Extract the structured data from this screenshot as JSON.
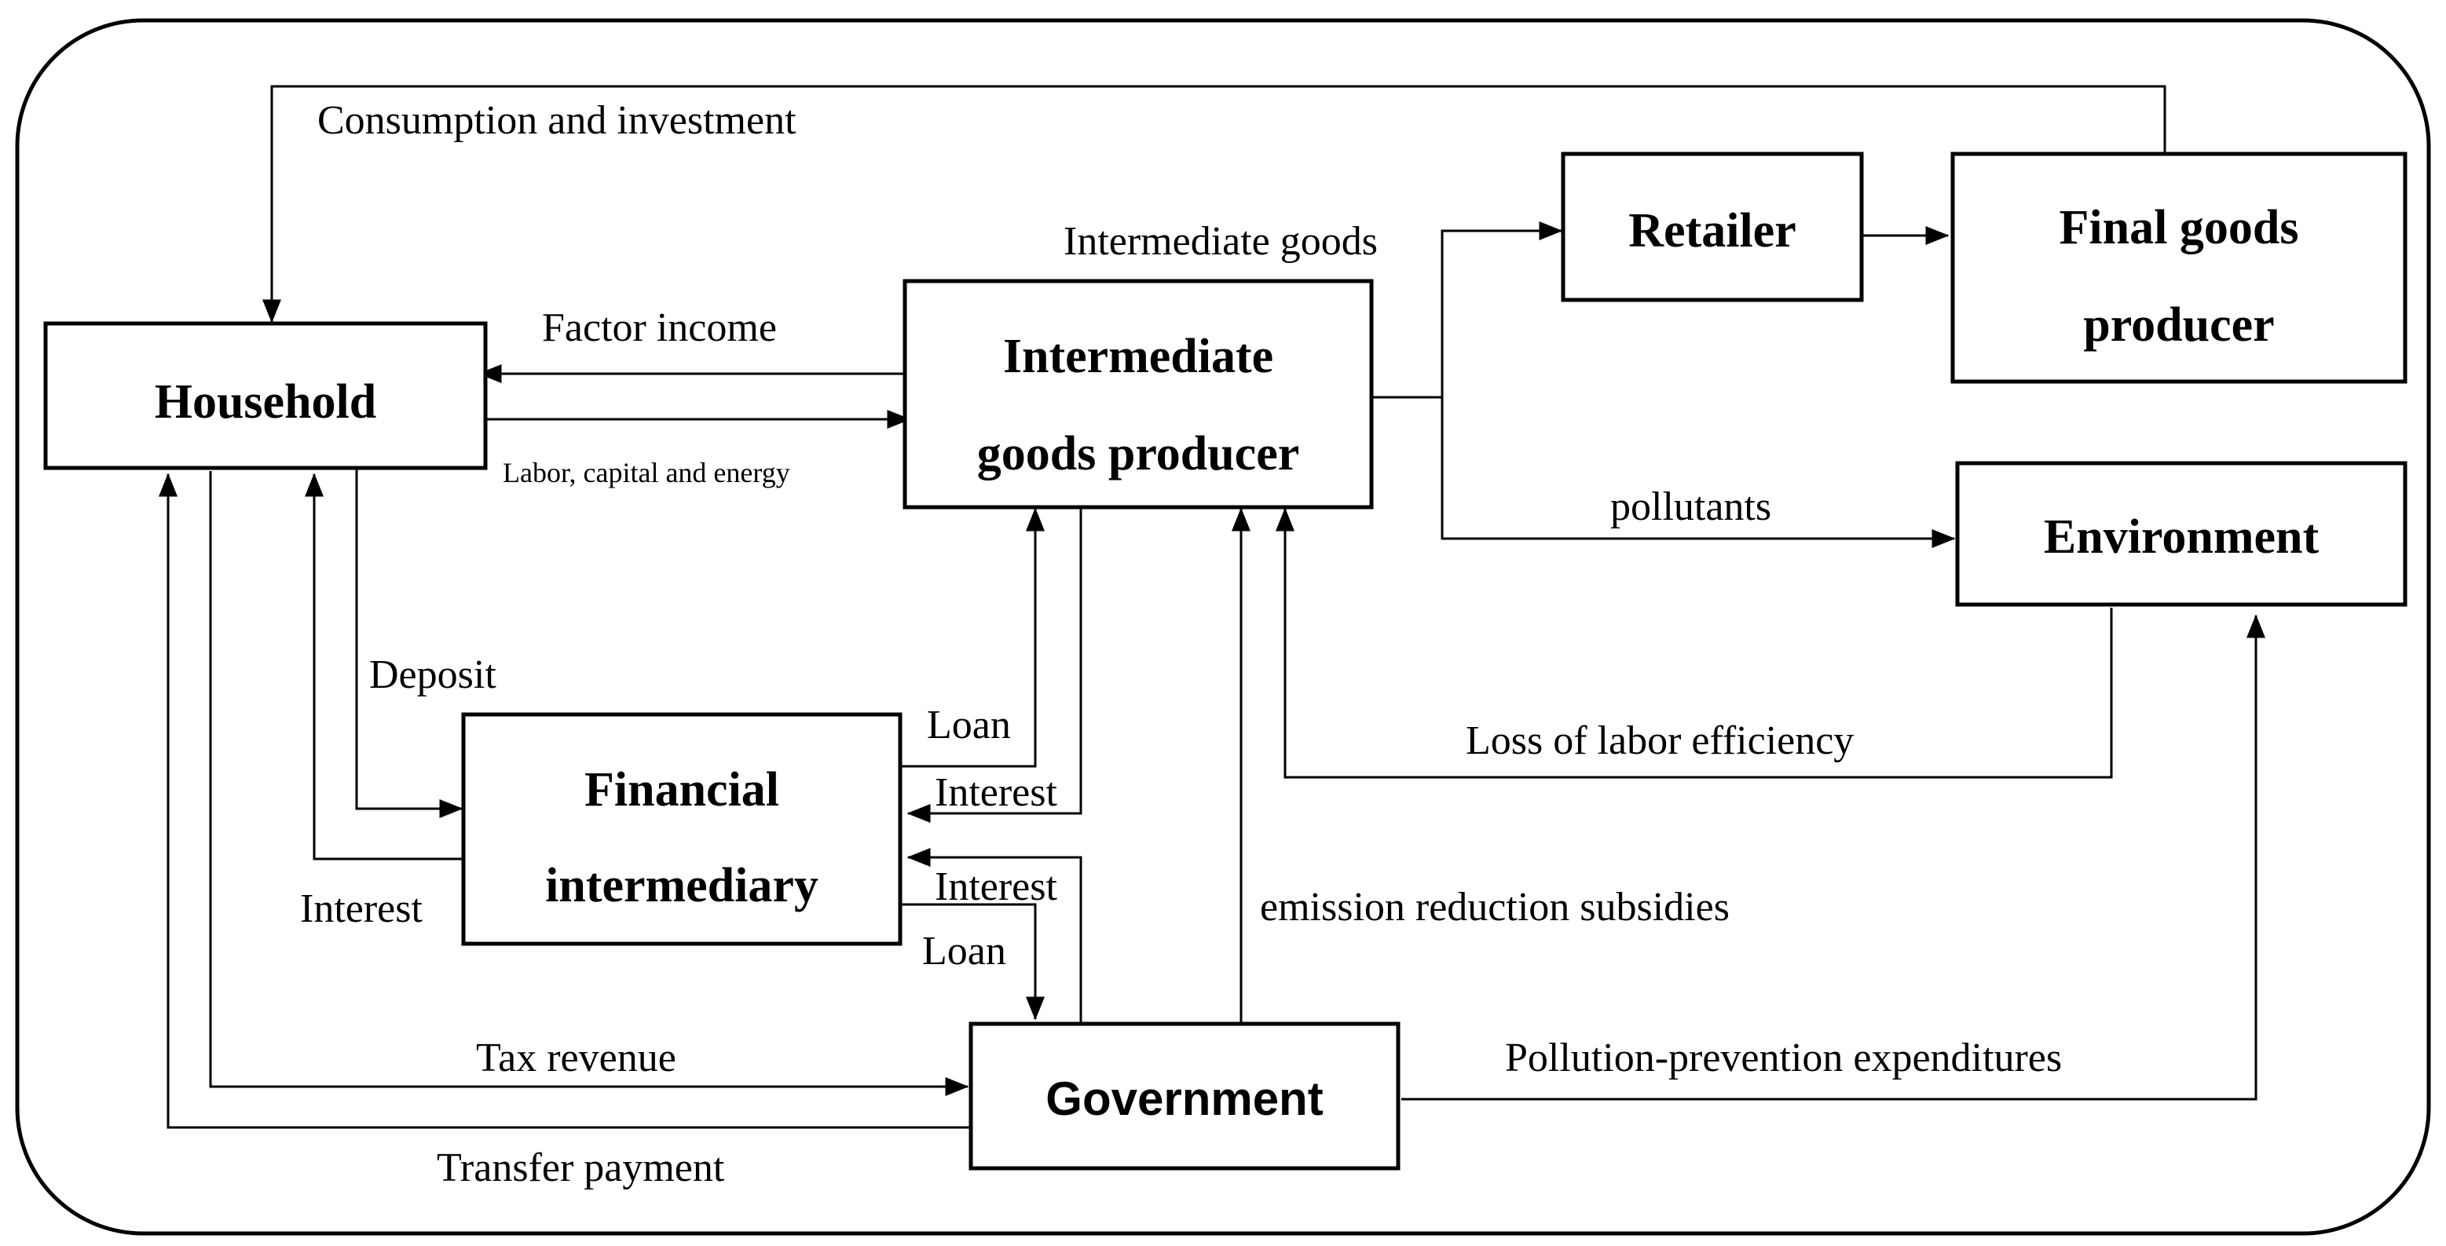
{
  "nodes": {
    "household": "Household",
    "intermediate_line1": "Intermediate",
    "intermediate_line2": "goods producer",
    "retailer": "Retailer",
    "final_line1": "Final goods",
    "final_line2": "producer",
    "environment": "Environment",
    "financial_line1": "Financial",
    "financial_line2": "intermediary",
    "government": "Government"
  },
  "flows": {
    "consumption_investment": "Consumption and investment",
    "intermediate_goods": "Intermediate goods",
    "factor_income": "Factor income",
    "labor_capital_energy": "Labor, capital and energy",
    "pollutants": "pollutants",
    "deposit": "Deposit",
    "loan_to_producer": "Loan",
    "interest_from_producer": "Interest",
    "interest_from_government": "Interest",
    "loan_to_government": "Loan",
    "interest_to_household": "Interest",
    "loss_of_labor_efficiency": "Loss of labor efficiency",
    "emission_reduction_subsidies": "emission reduction subsidies",
    "tax_revenue": "Tax revenue",
    "pollution_prevention_expenditures": "Pollution-prevention expenditures",
    "transfer_payment": "Transfer payment"
  }
}
